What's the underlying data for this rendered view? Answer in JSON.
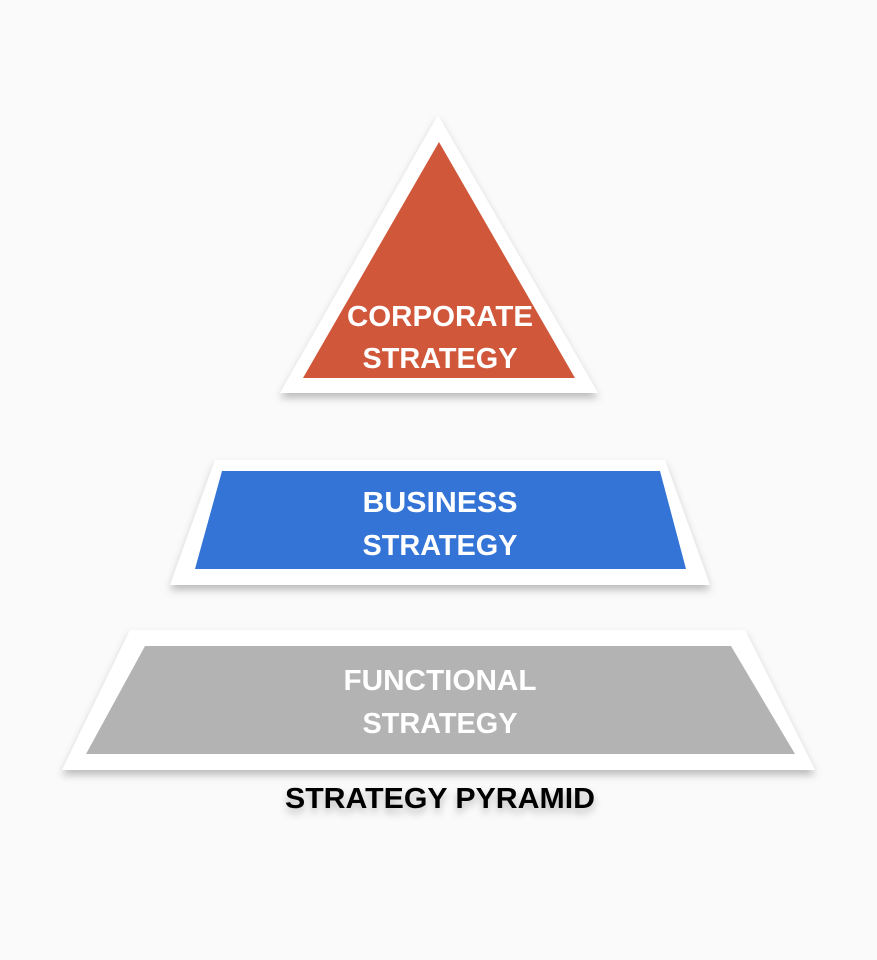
{
  "colors": {
    "corporate": "#D0573A",
    "business": "#3374D6",
    "functional": "#B3B3B3"
  },
  "tiers": [
    {
      "line1": "CORPORATE",
      "line2": "STRATEGY"
    },
    {
      "line1": "BUSINESS",
      "line2": "STRATEGY"
    },
    {
      "line1": "FUNCTIONAL",
      "line2": "STRATEGY"
    }
  ],
  "caption": "STRATEGY PYRAMID"
}
